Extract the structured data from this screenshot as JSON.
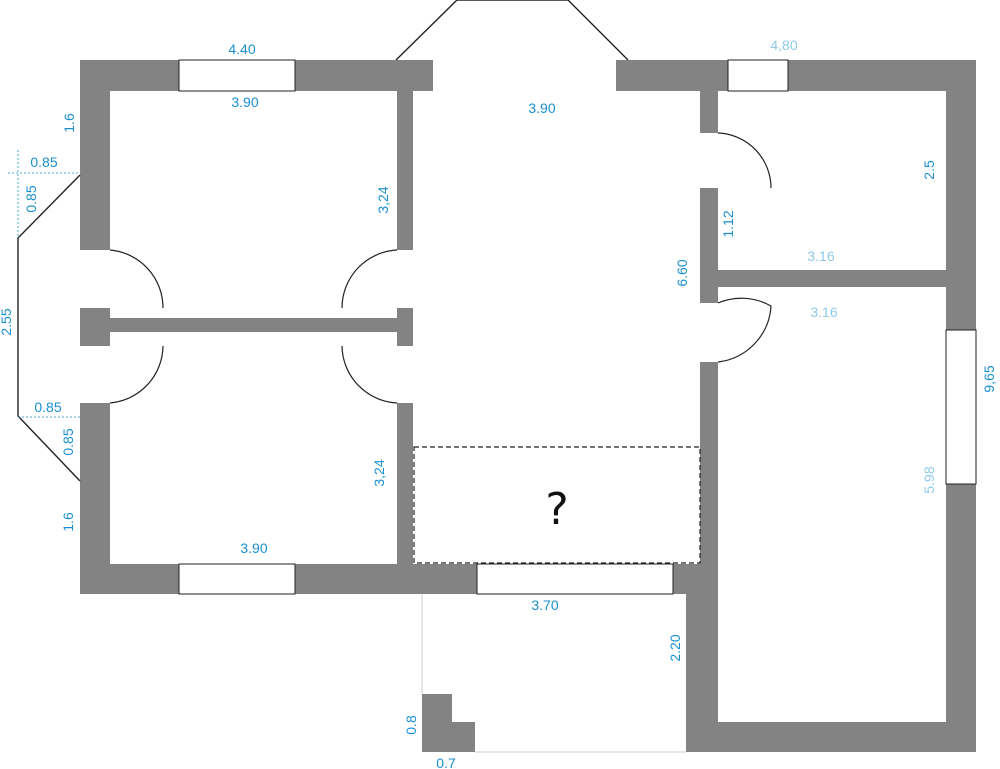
{
  "colors": {
    "wall": "#838383",
    "dimension": "#1a8fd0",
    "dimension_light": "#8fcbe6",
    "line": "#222222",
    "window_fill": "#ffffff"
  },
  "dimensions": {
    "top_left_room_outer": "4.40",
    "top_left_room_inner": "3.90",
    "hall_width": "3.90",
    "top_right_outer": "4,80",
    "left_wall_top": "1.6",
    "bay_top_horizontal": "0.85",
    "bay_top_vertical": "0.85",
    "bay_length": "2.55",
    "bay_bottom_horizontal": "0.85",
    "bay_bottom_vertical": "0.85",
    "left_wall_bottom": "1.6",
    "top_left_room_height": "3,24",
    "bottom_left_room_height": "3,24",
    "bottom_left_room_width": "3.90",
    "hall_length": "6.60",
    "top_right_door_wall": "1.12",
    "top_right_room_height": "2.5",
    "top_right_room_width": "3.16",
    "right_room_width": "3.16",
    "right_outer_height": "9,65",
    "right_room_height": "5.98",
    "bottom_room_width": "3.70",
    "bottom_room_depth": "2.20",
    "notch_height": "0.8",
    "notch_width": "0.7"
  },
  "unknown_area": {
    "label": "?"
  }
}
